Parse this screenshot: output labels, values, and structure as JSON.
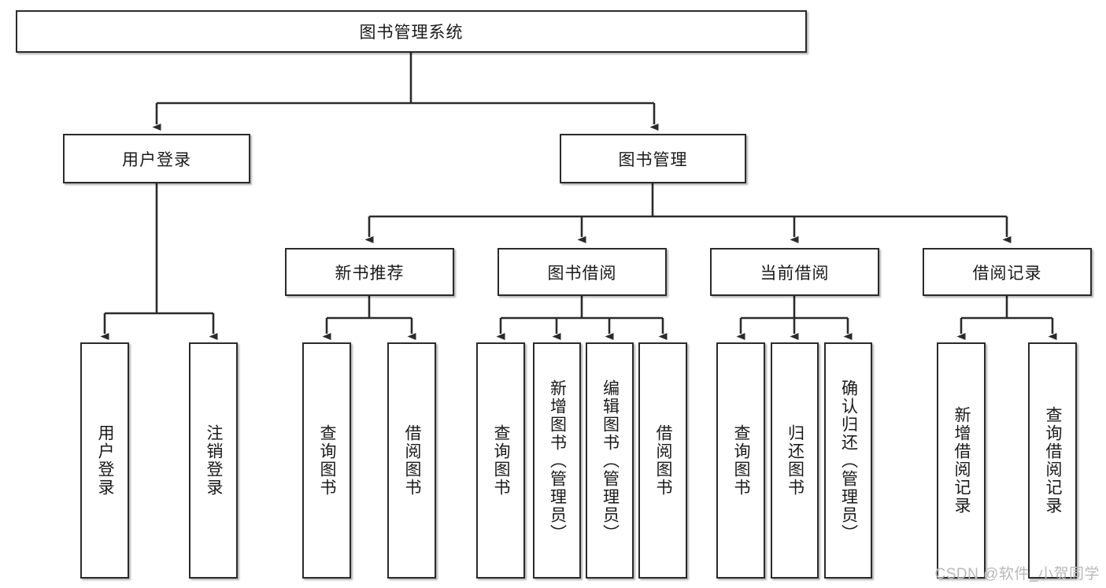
{
  "diagram": {
    "title": "图书管理系统",
    "type": "tree-hierarchy-diagram",
    "root": {
      "label": "图书管理系统"
    },
    "level2": [
      {
        "id": "user-login",
        "label": "用户登录"
      },
      {
        "id": "book-management",
        "label": "图书管理"
      }
    ],
    "level3": [
      {
        "id": "new-book-recommend",
        "label": "新书推荐",
        "parent": "book-management"
      },
      {
        "id": "book-borrow",
        "label": "图书借阅",
        "parent": "book-management"
      },
      {
        "id": "current-borrow",
        "label": "当前借阅",
        "parent": "book-management"
      },
      {
        "id": "borrow-record",
        "label": "借阅记录",
        "parent": "book-management"
      }
    ],
    "leaves": [
      {
        "id": "leaf-user-login",
        "label": "用户登录",
        "parent": "user-login"
      },
      {
        "id": "leaf-logout",
        "label": "注销登录",
        "parent": "user-login"
      },
      {
        "id": "leaf-query-book-1",
        "label": "查询图书",
        "parent": "new-book-recommend"
      },
      {
        "id": "leaf-borrow-book-1",
        "label": "借阅图书",
        "parent": "new-book-recommend"
      },
      {
        "id": "leaf-query-book-2",
        "label": "查询图书",
        "parent": "book-borrow"
      },
      {
        "id": "leaf-add-book",
        "label": "新增图书（管理员）",
        "parent": "book-borrow"
      },
      {
        "id": "leaf-edit-book",
        "label": "编辑图书（管理员）",
        "parent": "book-borrow"
      },
      {
        "id": "leaf-borrow-book-2",
        "label": "借阅图书",
        "parent": "book-borrow"
      },
      {
        "id": "leaf-query-book-3",
        "label": "查询图书",
        "parent": "current-borrow"
      },
      {
        "id": "leaf-return-book",
        "label": "归还图书",
        "parent": "current-borrow"
      },
      {
        "id": "leaf-confirm-return",
        "label": "确认归还（管理员）",
        "parent": "current-borrow"
      },
      {
        "id": "leaf-add-record",
        "label": "新增借阅记录",
        "parent": "borrow-record"
      },
      {
        "id": "leaf-query-record",
        "label": "查询借阅记录",
        "parent": "borrow-record"
      }
    ]
  },
  "watermark": {
    "text": "CSDN @软件_小贺同学"
  },
  "colors": {
    "box_border": "#2b2b2b",
    "box_fill": "#ffffff",
    "connector": "#2b2b2b",
    "text": "#1a1a1a",
    "watermark": "#b9b9b9",
    "background": "#ffffff"
  }
}
